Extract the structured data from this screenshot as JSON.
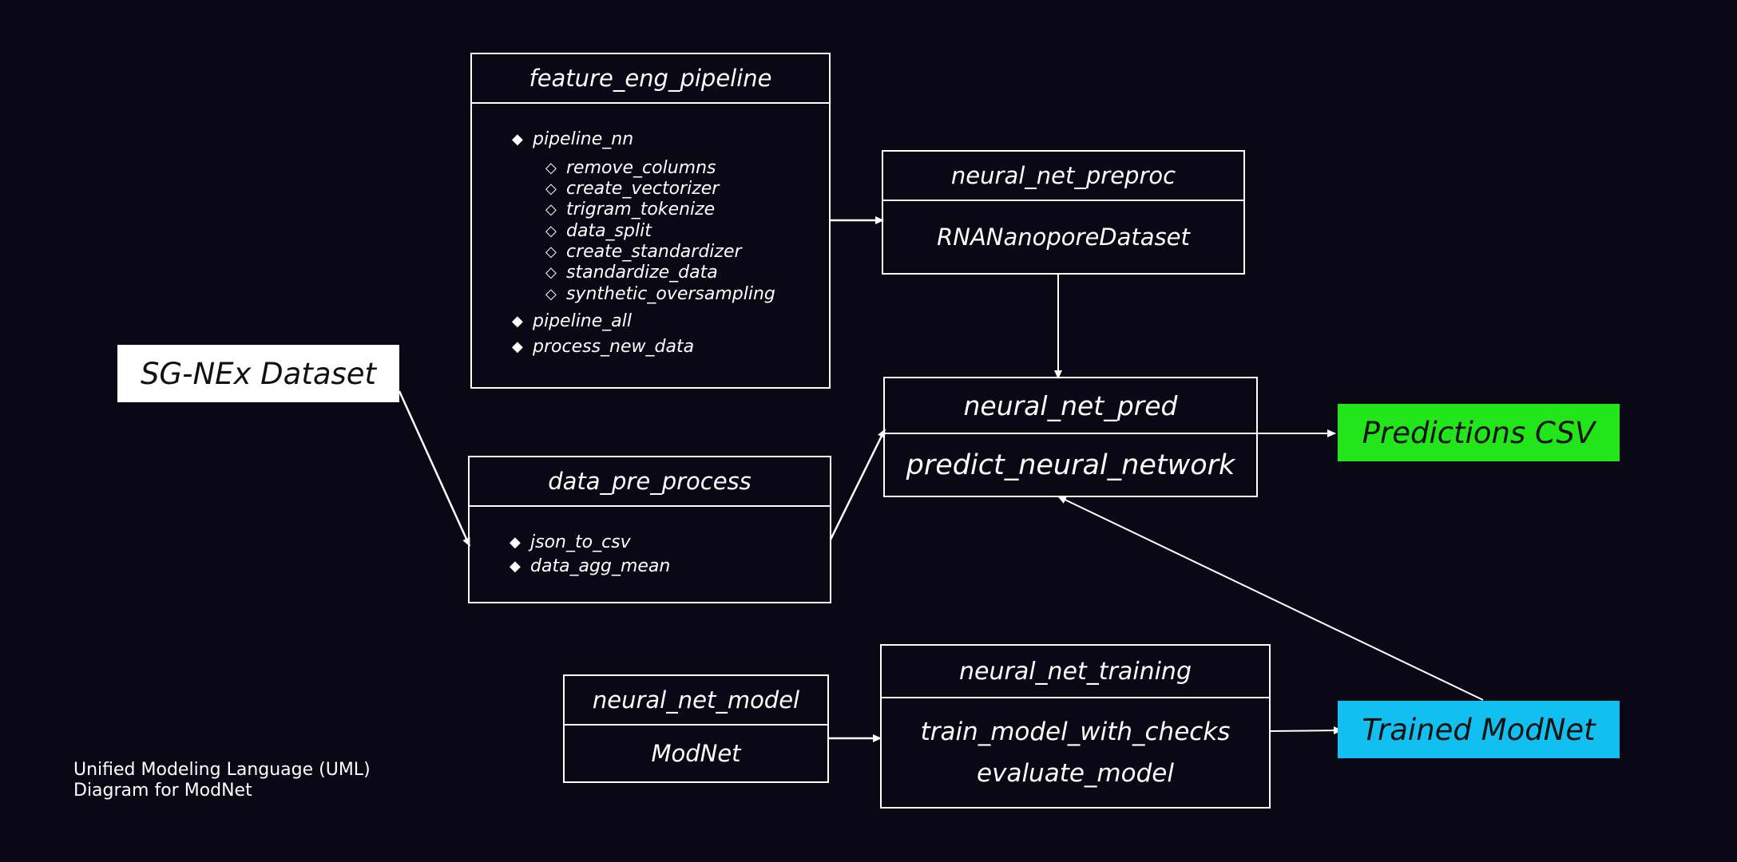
{
  "caption": {
    "line1": "Unified Modeling Language (UML)",
    "line2": "Diagram for ModNet"
  },
  "terminals": {
    "sgnex": {
      "label": "SG-NEx Dataset",
      "bg": "#ffffff",
      "fg": "#111111"
    },
    "predictions": {
      "label": "Predictions CSV",
      "bg": "#22e51a",
      "fg": "#111111"
    },
    "trained": {
      "label": "Trained ModNet",
      "bg": "#11c0f0",
      "fg": "#111111"
    }
  },
  "feature_eng_pipeline": {
    "title": "feature_eng_pipeline",
    "pipeline_nn": "pipeline_nn",
    "sub": {
      "remove_columns": "remove_columns",
      "create_vectorizer": "create_vectorizer",
      "trigram_tokenize": "trigram_tokenize",
      "data_split": "data_split",
      "create_standardizer": "create_standardizer",
      "standardize_data": "standardize_data",
      "synthetic_oversampling": "synthetic_oversampling"
    },
    "pipeline_all": "pipeline_all",
    "process_new_data": "process_new_data"
  },
  "data_pre_process": {
    "title": "data_pre_process",
    "json_to_csv": "json_to_csv",
    "data_agg_mean": "data_agg_mean"
  },
  "neural_net_preproc": {
    "title": "neural_net_preproc",
    "item": "RNANanoporeDataset"
  },
  "neural_net_pred": {
    "title": "neural_net_pred",
    "item": "predict_neural_network"
  },
  "neural_net_model": {
    "title": "neural_net_model",
    "item": "ModNet"
  },
  "neural_net_training": {
    "title": "neural_net_training",
    "item1": "train_model_with_checks",
    "item2": "evaluate_model"
  },
  "glyphs": {
    "filled": "◆",
    "hollow": "◇"
  },
  "colors": {
    "background": "#0a0814",
    "line": "#ffffff"
  }
}
